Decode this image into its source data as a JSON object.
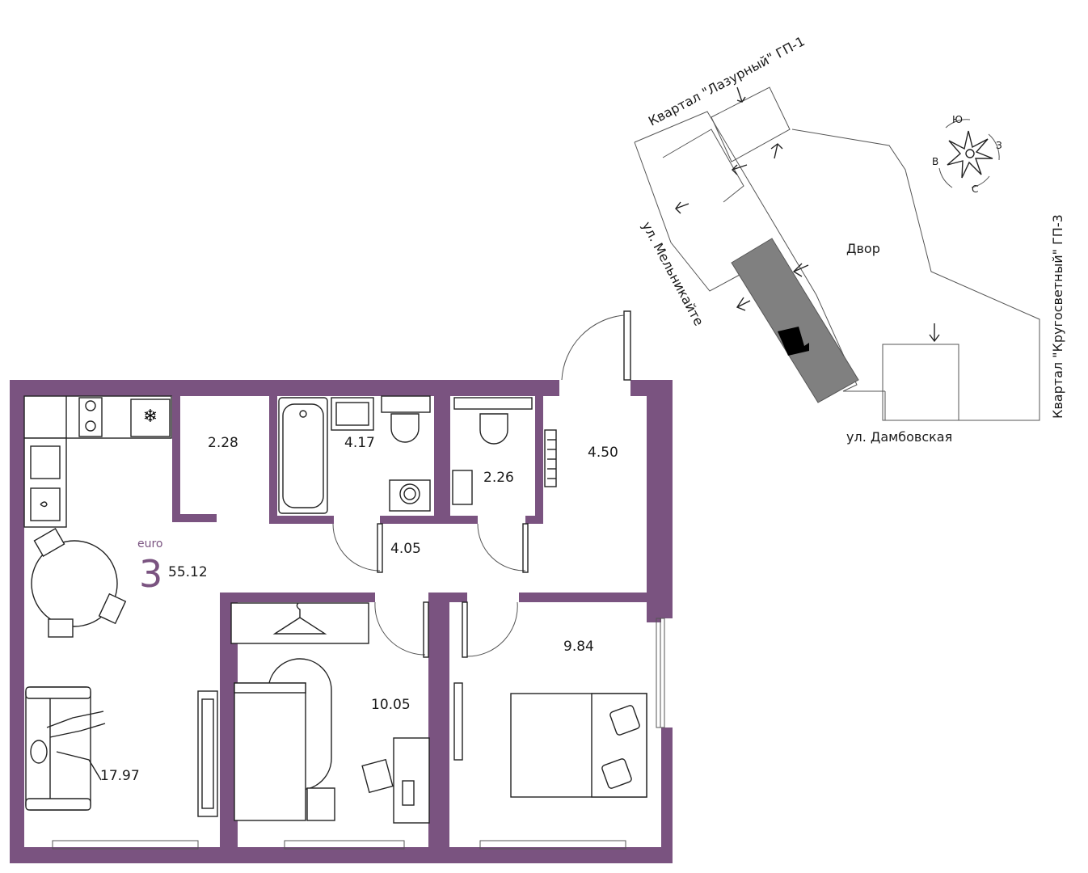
{
  "apartment": {
    "type_label": "euro",
    "rooms": "3",
    "total_area": "55.12"
  },
  "rooms": [
    {
      "id": "storage",
      "area": "2.28"
    },
    {
      "id": "bathroom",
      "area": "4.17"
    },
    {
      "id": "wc",
      "area": "2.26"
    },
    {
      "id": "entrance-hall",
      "area": "4.50"
    },
    {
      "id": "corridor",
      "area": "4.05"
    },
    {
      "id": "kitchen-living",
      "area": "17.97"
    },
    {
      "id": "bedroom-1",
      "area": "10.05"
    },
    {
      "id": "bedroom-2",
      "area": "9.84"
    }
  ],
  "site_plan": {
    "block_gp1": "Квартал \"Лазурный\" ГП-1",
    "block_gp3": "Квартал \"Кругосветный\" ГП-3",
    "street_melnikaite": "ул. Мельникайте",
    "street_dambovskaya": "ул. Дамбовская",
    "courtyard": "Двор"
  },
  "compass": {
    "north": "С",
    "south": "Ю",
    "east": "В",
    "west": "З"
  },
  "colors": {
    "wall": "#7a5380",
    "building": "#808080",
    "unit": "#000000"
  }
}
